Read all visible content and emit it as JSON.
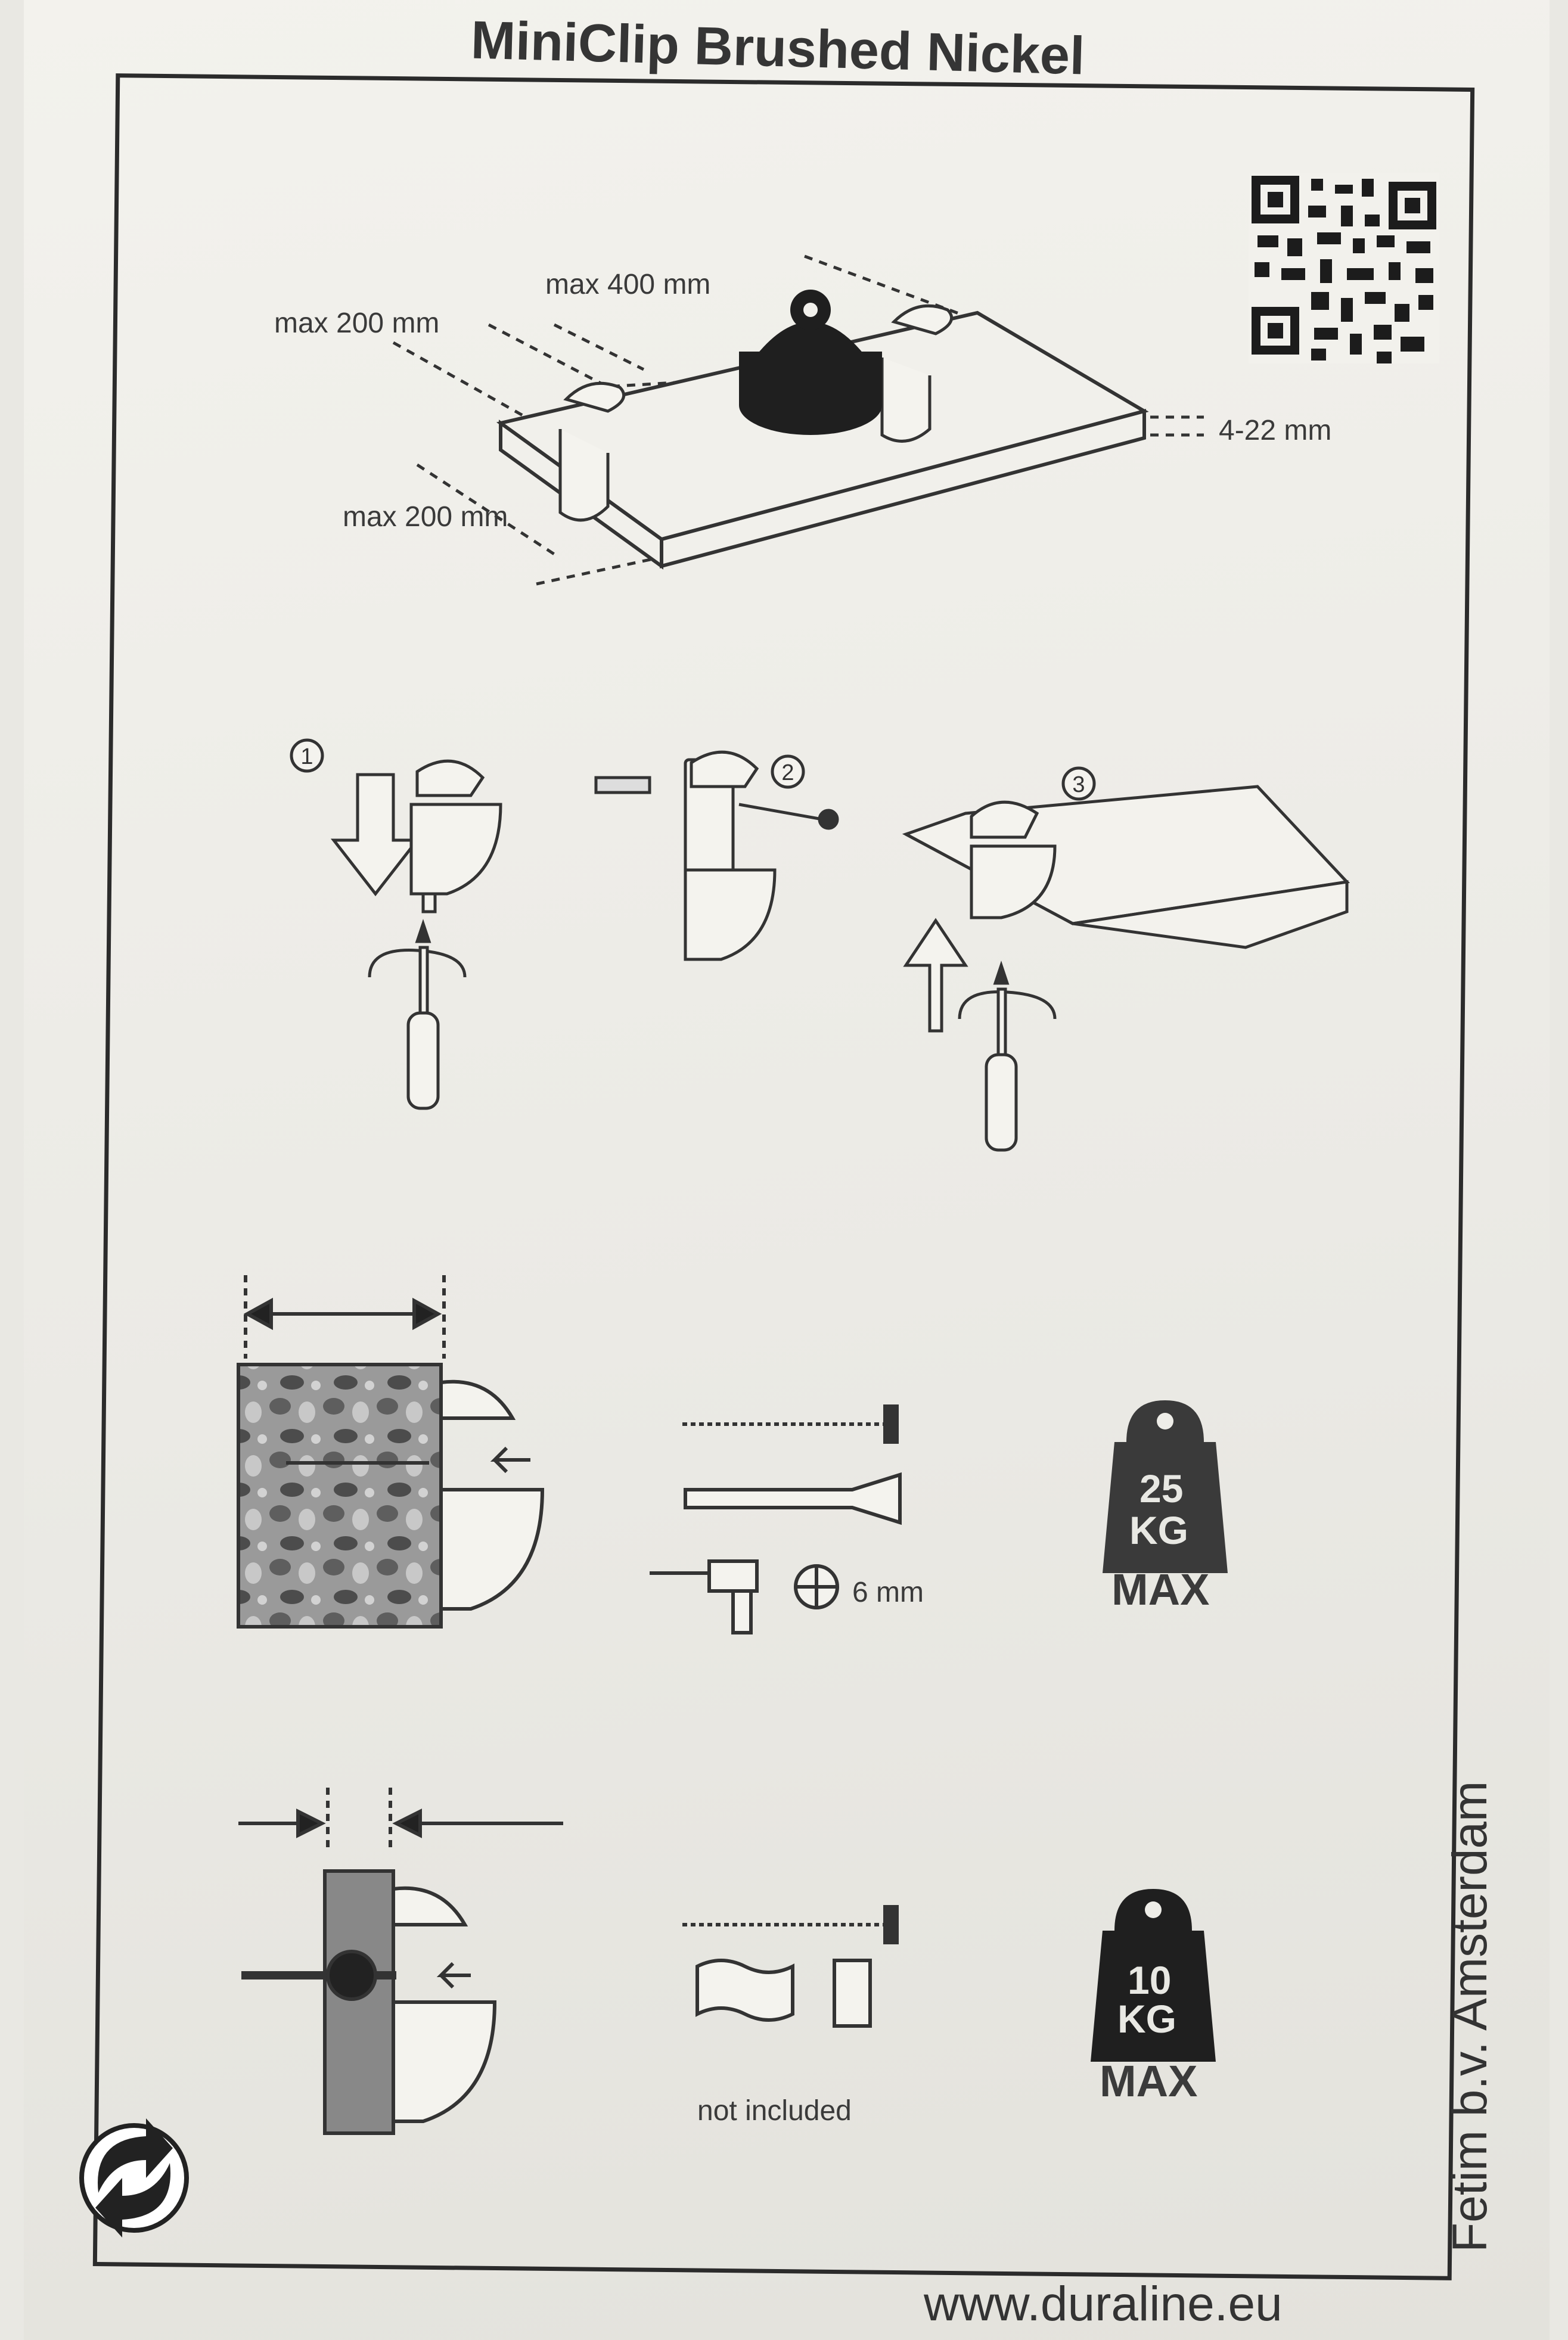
{
  "title": "MiniClip Brushed Nickel",
  "dimensions": {
    "depth_left": "max 200 mm",
    "depth_back": "max 400 mm",
    "depth_bottom": "max 200 mm",
    "thickness": "4-22 mm"
  },
  "steps": [
    "1",
    "2",
    "3"
  ],
  "drill": {
    "size": "6 mm"
  },
  "weights": [
    {
      "value": "25",
      "unit": "KG",
      "label": "MAX"
    },
    {
      "value": "10",
      "unit": "KG",
      "label": "MAX"
    }
  ],
  "note": "not included",
  "company": "Fetim b.v. Amsterdam",
  "website": "www.duraline.eu",
  "icons": [
    "qr-code-icon",
    "recycling-icon",
    "screwdriver-icon",
    "drill-icon",
    "wall-plug-icon",
    "screw-icon",
    "weight-icon"
  ]
}
